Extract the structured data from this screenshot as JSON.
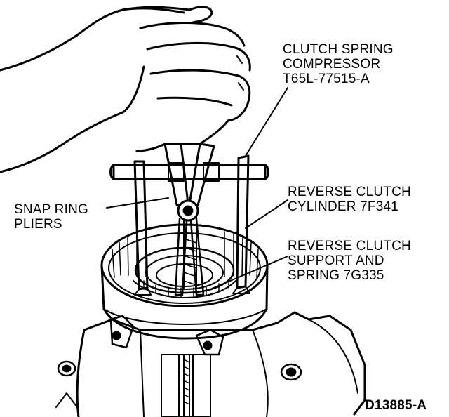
{
  "labels": {
    "compressor": [
      "CLUTCH SPRING",
      "COMPRESSOR",
      "T65L-77515-A"
    ],
    "pliers": [
      "SNAP RING",
      "PLIERS"
    ],
    "cylinder": [
      "REVERSE CLUTCH",
      "CYLINDER 7F341"
    ],
    "support": [
      "REVERSE CLUTCH",
      "SUPPORT AND",
      "SPRING 7G335"
    ]
  },
  "figure_id": "D13885-A",
  "colors": {
    "ink": "#000000",
    "paper": "#ffffff"
  }
}
